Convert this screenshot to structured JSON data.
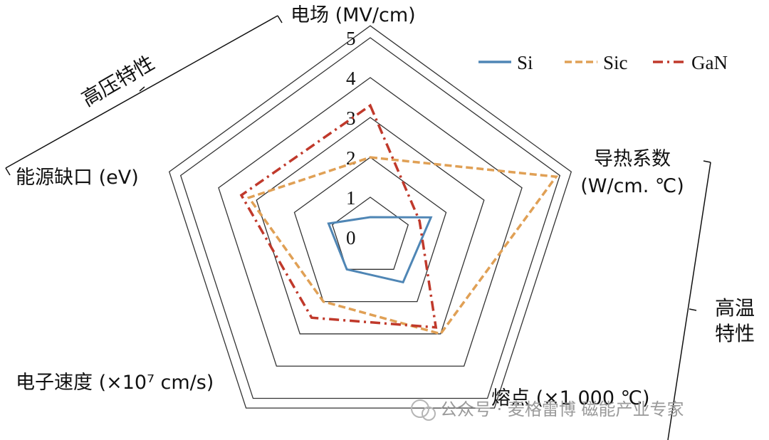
{
  "chart_data": {
    "type": "radar",
    "axes": [
      "电场 (MV/cm)",
      "导热系数\n(W/cm. ℃)",
      "熔点 (×1 000 ℃)",
      "电子速度 (×10⁷ cm/s)",
      "能源缺口 (eV)"
    ],
    "ticks": [
      "0",
      "1",
      "2",
      "3",
      "4",
      "5"
    ],
    "rmax": 5,
    "grid": true,
    "legend_position": "top-right",
    "series": [
      {
        "name": "Si",
        "values": [
          0.5,
          1.6,
          1.4,
          1.0,
          1.1
        ],
        "color": "#4f86b5",
        "style": "solid"
      },
      {
        "name": "Sic",
        "values": [
          2.0,
          4.9,
          3.0,
          2.0,
          3.2
        ],
        "color": "#e0a055",
        "style": "dashed"
      },
      {
        "name": "GaN",
        "values": [
          3.3,
          1.3,
          2.8,
          2.5,
          3.4
        ],
        "color": "#c0392b",
        "style": "dashdot"
      }
    ]
  },
  "group_labels": {
    "high_voltage": "高压特性",
    "high_temperature": "高温特性"
  },
  "watermark": "公众号 · 麦格雷博 磁能产业专家"
}
